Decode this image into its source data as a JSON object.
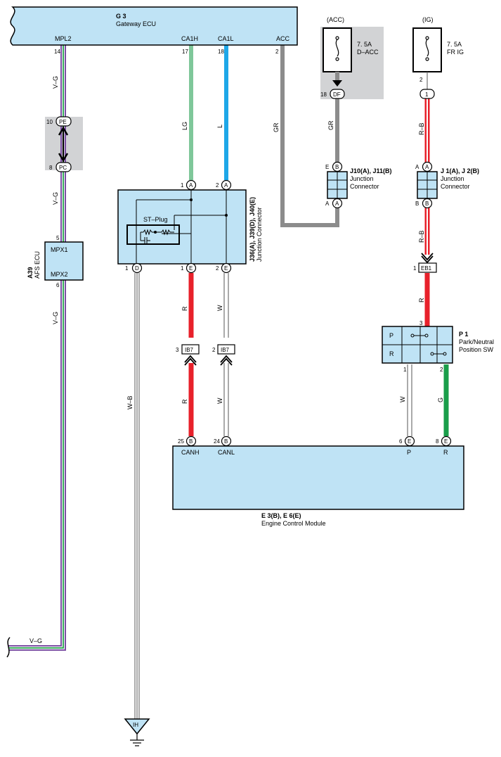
{
  "colors": {
    "box_fill": "#bfe3f5",
    "gray_zone": "#d2d3d5",
    "wire_lg": "#7fc79a",
    "wire_l": "#1ea7e8",
    "wire_gr": "#8c8c8c",
    "wire_r": "#e8212b",
    "wire_g": "#1a9e4a",
    "wire_vg_violet": "#7b4ea3",
    "wire_vg_green": "#35a85a"
  },
  "gateway": {
    "code": "G 3",
    "name": "Gateway ECU",
    "term_mpl2": "MPL2",
    "term_ca1h": "CA1H",
    "term_ca1l": "CA1L",
    "term_acc": "ACC",
    "pin_mpl2": "14",
    "pin_ca1h": "17",
    "pin_ca1l": "18",
    "pin_acc": "2"
  },
  "fuse_acc": {
    "circuit": "(ACC)",
    "rating": "7. 5A",
    "name": "D–ACC"
  },
  "fuse_ig": {
    "circuit": "(IG)",
    "rating": "7. 5A",
    "name": "FR IG",
    "pin": "2"
  },
  "connectors": {
    "df": {
      "pin": "18",
      "label": "DF"
    },
    "ig1": {
      "label": "1"
    },
    "pe": {
      "pin": "10",
      "label": "PE"
    },
    "pc": {
      "pin": "8",
      "label": "PC"
    },
    "eb1": {
      "pin": "1",
      "label": "EB1"
    },
    "ib7_left": {
      "pin": "3",
      "label": "IB7"
    },
    "ib7_right": {
      "pin": "2",
      "label": "IB7"
    },
    "ih": {
      "label": "IH"
    }
  },
  "j10": {
    "code": "J10(A), J11(B)",
    "name1": "Junction",
    "name2": "Connector",
    "top_pin": "E",
    "top_letter": "B",
    "bottom_pin": "A",
    "bottom_letter": "A"
  },
  "j1": {
    "code": "J 1(A), J 2(B)",
    "name1": "Junction",
    "name2": "Connector",
    "top_pin": "A",
    "top_letter": "A",
    "bottom_pin": "B",
    "bottom_letter": "B"
  },
  "j36": {
    "code": "J36(A), J39(D), J40(E)",
    "name": "Junction Connector",
    "plug": "ST–Plug",
    "top_left_pin": "1",
    "top_left_letter": "A",
    "top_right_pin": "2",
    "top_right_letter": "A",
    "b1_pin": "1",
    "b1_letter": "D",
    "b2_pin": "1",
    "b2_letter": "E",
    "b3_pin": "2",
    "b3_letter": "E"
  },
  "afs": {
    "code": "A39",
    "name": "AFS ECU",
    "mpx1": "MPX1",
    "mpx2": "MPX2",
    "pin_top": "5",
    "pin_bottom": "6"
  },
  "p1": {
    "code": "P 1",
    "name1": "Park/Neutral",
    "name2": "Position SW",
    "row_p": "P",
    "row_r": "R",
    "pin_top": "3",
    "pin_1": "1",
    "pin_2": "2"
  },
  "ecm": {
    "code": "E 3(B), E 6(E)",
    "name": "Engine Control Module",
    "canh": "CANH",
    "canl": "CANL",
    "p": "P",
    "r": "R",
    "pin_canh": "25",
    "letter_canh": "B",
    "pin_canl": "24",
    "letter_canl": "B",
    "pin_p": "6",
    "letter_p": "E",
    "pin_r": "8",
    "letter_r": "E"
  },
  "wire_labels": {
    "vg": "V–G",
    "lg": "LG",
    "l": "L",
    "gr": "GR",
    "rb": "R–B",
    "r": "R",
    "w": "W",
    "wb": "W–B",
    "g": "G"
  }
}
